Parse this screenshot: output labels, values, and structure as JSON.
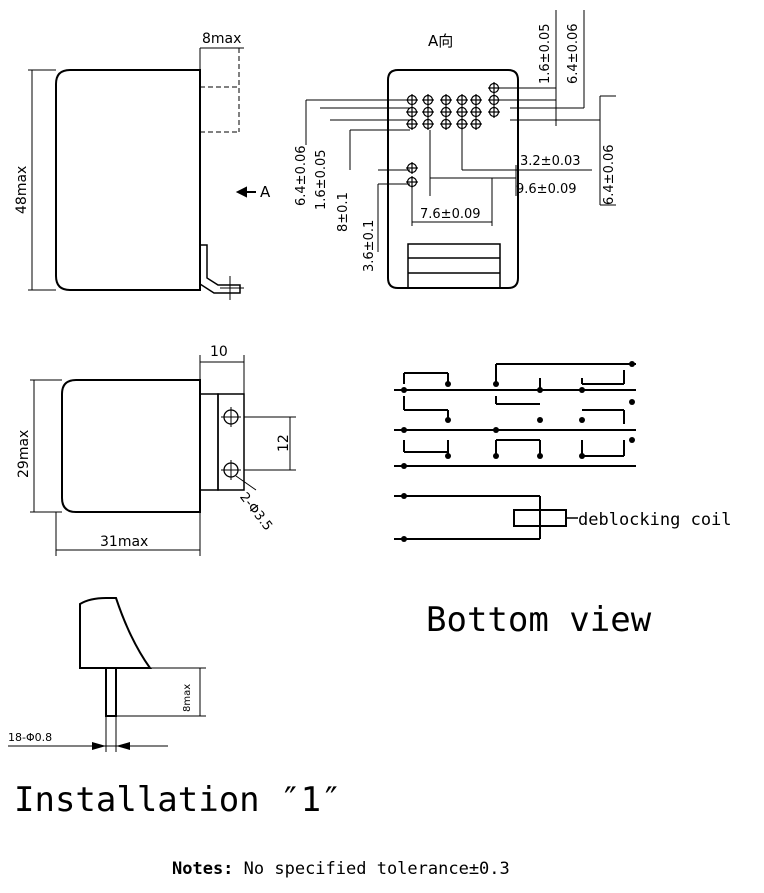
{
  "dims": {
    "top_right_width": "8max",
    "height_left": "48max",
    "view_arrow": "A",
    "view_title": "A向",
    "pitch_top_small": "1.6±0.05",
    "pitch_top_large": "6.4±0.06",
    "left_a": "6.4±0.06",
    "left_b": "1.6±0.05",
    "left_c": "8±0.1",
    "left_d": "3.6±0.1",
    "right_a": "3.2±0.03",
    "right_b": "9.6±0.09",
    "right_c": "6.4±0.06",
    "bottom_a": "7.6±0.09",
    "side_width": "10",
    "side_height": "29max",
    "hole_spacing": "12",
    "hole_dia": "2-Φ3.5",
    "base_length": "31max",
    "pin_len": "8max",
    "pin_dia": "18-Φ0.8"
  },
  "schematic": {
    "coil_label": "deblocking coil"
  },
  "captions": {
    "bottom_view": "Bottom view",
    "installation": "Installation ″1″",
    "notes_label": "Notes:",
    "notes_text": " No specified tolerance±0.3"
  }
}
